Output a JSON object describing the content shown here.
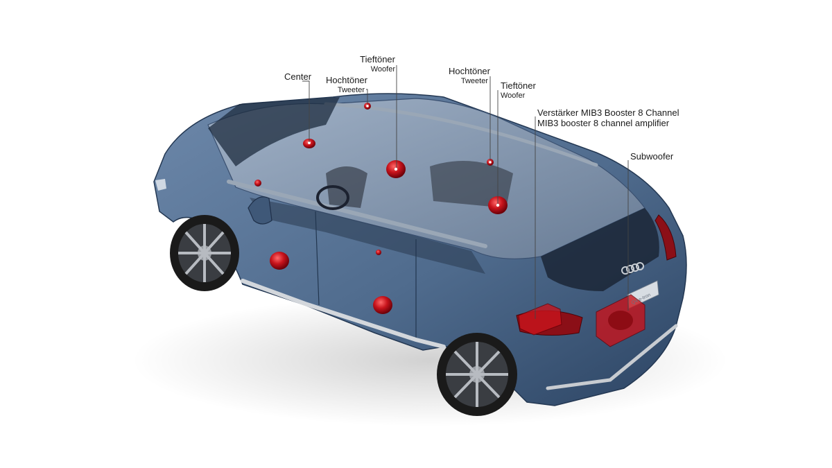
{
  "colors": {
    "body": "#4f6b8d",
    "body_dark": "#2f4766",
    "glass": "#8fa3bd",
    "speaker": "#c8141c",
    "leader": "#444444",
    "background": "#ffffff"
  },
  "labels": {
    "center": {
      "main": "Center"
    },
    "tweeter_front": {
      "main": "Hochtöner",
      "sub": "Tweeter"
    },
    "woofer_front": {
      "main": "Tieftöner",
      "sub": "Woofer"
    },
    "tweeter_rear": {
      "main": "Hochtöner",
      "sub": "Tweeter"
    },
    "woofer_rear": {
      "main": "Tieftöner",
      "sub": "Woofer"
    },
    "amplifier": {
      "line1": "Verstärker MIB3 Booster 8 Channel",
      "line2": "MIB3 booster 8 channel amplifier"
    },
    "subwoofer": {
      "main": "Subwoofer"
    }
  },
  "rear_badge": {
    "text": "Q4 e-tron"
  }
}
